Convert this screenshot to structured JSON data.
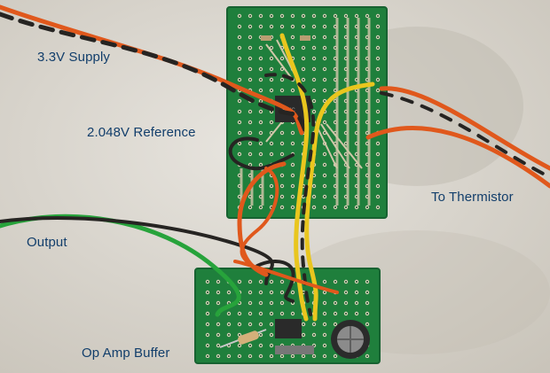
{
  "labels": {
    "supply": "3.3V Supply",
    "reference": "2.048V Reference",
    "thermistor": "To Thermistor",
    "output": "Output",
    "op_amp_buffer": "Op Amp Buffer"
  },
  "colors": {
    "background": "#d9d5cd",
    "label_text": "#123e6b",
    "pcb_green": "#1f7f3c",
    "wire_orange": "#e0581c",
    "wire_yellow": "#e9c61e",
    "wire_green": "#27a33b",
    "wire_black": "#262422"
  }
}
